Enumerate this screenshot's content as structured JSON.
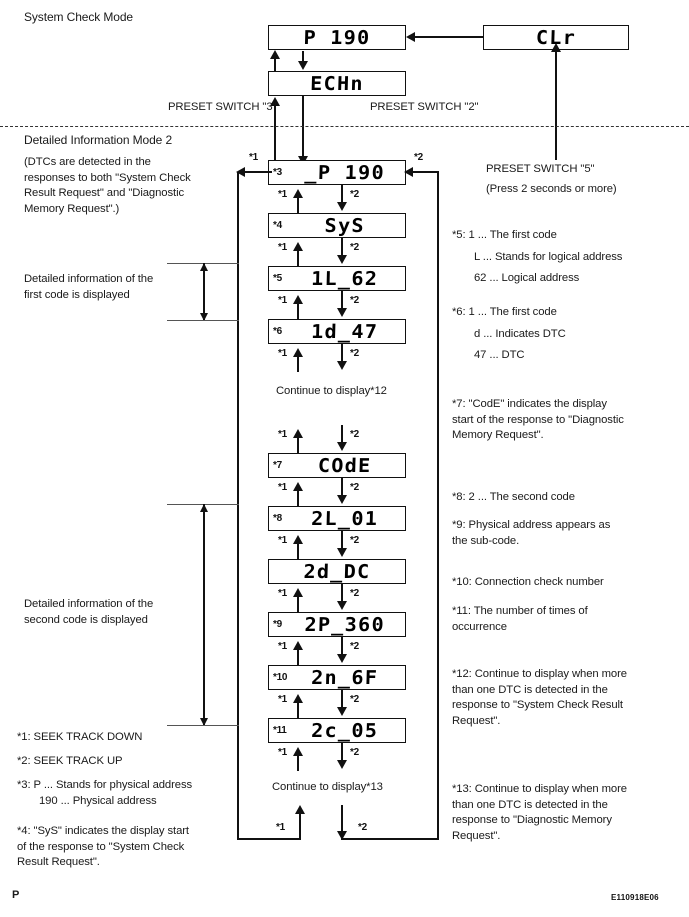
{
  "page": {
    "title": "System Check Mode",
    "section_title": "Detailed Information Mode 2",
    "footer_mark": "P",
    "reference_code": "E110918E06"
  },
  "top_flow": {
    "box_p190": "P 190",
    "box_echn": "ECHn",
    "box_clr": "CLr",
    "preset_switch_3": "PRESET SWITCH \"3\"",
    "preset_switch_2": "PRESET SWITCH \"2\"",
    "preset_switch_5": "PRESET SWITCH \"5\"",
    "preset_switch_5_note": "(Press 2 seconds or more)"
  },
  "intro_note": {
    "line1": "(DTCs are detected in the",
    "line2": "responses to both \"System Check",
    "line3": "Result Request\" and \"Diagnostic",
    "line4": "Memory Request\".)"
  },
  "group_labels": {
    "first_code": {
      "line1": "Detailed information of the",
      "line2": "first code is displayed"
    },
    "second_code": {
      "line1": "Detailed information of the",
      "line2": "second code is displayed"
    }
  },
  "continue_labels": {
    "to_12": "Continue to display*12",
    "to_13": "Continue to display*13"
  },
  "arrow_labels": {
    "seek_down": "*1",
    "seek_up": "*2"
  },
  "flow_boxes": [
    {
      "star": "*3",
      "value": "_P 190"
    },
    {
      "star": "*4",
      "value": "SyS"
    },
    {
      "star": "*5",
      "value": "1L_62"
    },
    {
      "star": "*6",
      "value": "1d_47"
    },
    {
      "star": "*7",
      "value": "COdE"
    },
    {
      "star": "*8",
      "value": "2L_01"
    },
    {
      "star": "",
      "value": "2d_DC"
    },
    {
      "star": "*9",
      "value": "2P_360"
    },
    {
      "star": "*10",
      "value": "2n_6F"
    },
    {
      "star": "*11",
      "value": "2c_05"
    }
  ],
  "notes_left": [
    {
      "id": "*1",
      "lines": [
        "*1: SEEK TRACK DOWN"
      ]
    },
    {
      "id": "*2",
      "lines": [
        "*2: SEEK TRACK UP"
      ]
    },
    {
      "id": "*3",
      "lines": [
        "*3: P ... Stands for physical address",
        "190 ... Physical address"
      ]
    },
    {
      "id": "*4",
      "lines": [
        "*4: \"SyS\" indicates the display start",
        "of the response to \"System Check",
        "Result Request\"."
      ]
    }
  ],
  "notes_right": [
    {
      "id": "*5",
      "lines": [
        "*5: 1 ... The first code",
        "L ... Stands for logical address",
        "62 ... Logical address"
      ]
    },
    {
      "id": "*6",
      "lines": [
        "*6: 1 ... The first code",
        "d ... Indicates DTC",
        "47 ... DTC"
      ]
    },
    {
      "id": "*7",
      "lines": [
        "*7: \"CodE\" indicates the display",
        "start of the response to \"Diagnostic",
        "Memory Request\"."
      ]
    },
    {
      "id": "*8",
      "lines": [
        "*8: 2 ... The second code"
      ]
    },
    {
      "id": "*9",
      "lines": [
        "*9: Physical address appears as",
        "the sub-code."
      ]
    },
    {
      "id": "*10",
      "lines": [
        "*10: Connection check number"
      ]
    },
    {
      "id": "*11",
      "lines": [
        "*11: The number of times of",
        "occurrence"
      ]
    },
    {
      "id": "*12",
      "lines": [
        "*12: Continue to display when more",
        "than one DTC is detected in the",
        "response to \"System Check Result",
        "Request\"."
      ]
    },
    {
      "id": "*13",
      "lines": [
        "*13: Continue to display when more",
        "than one DTC is detected in the",
        "response to \"Diagnostic Memory",
        "Request\"."
      ]
    }
  ]
}
